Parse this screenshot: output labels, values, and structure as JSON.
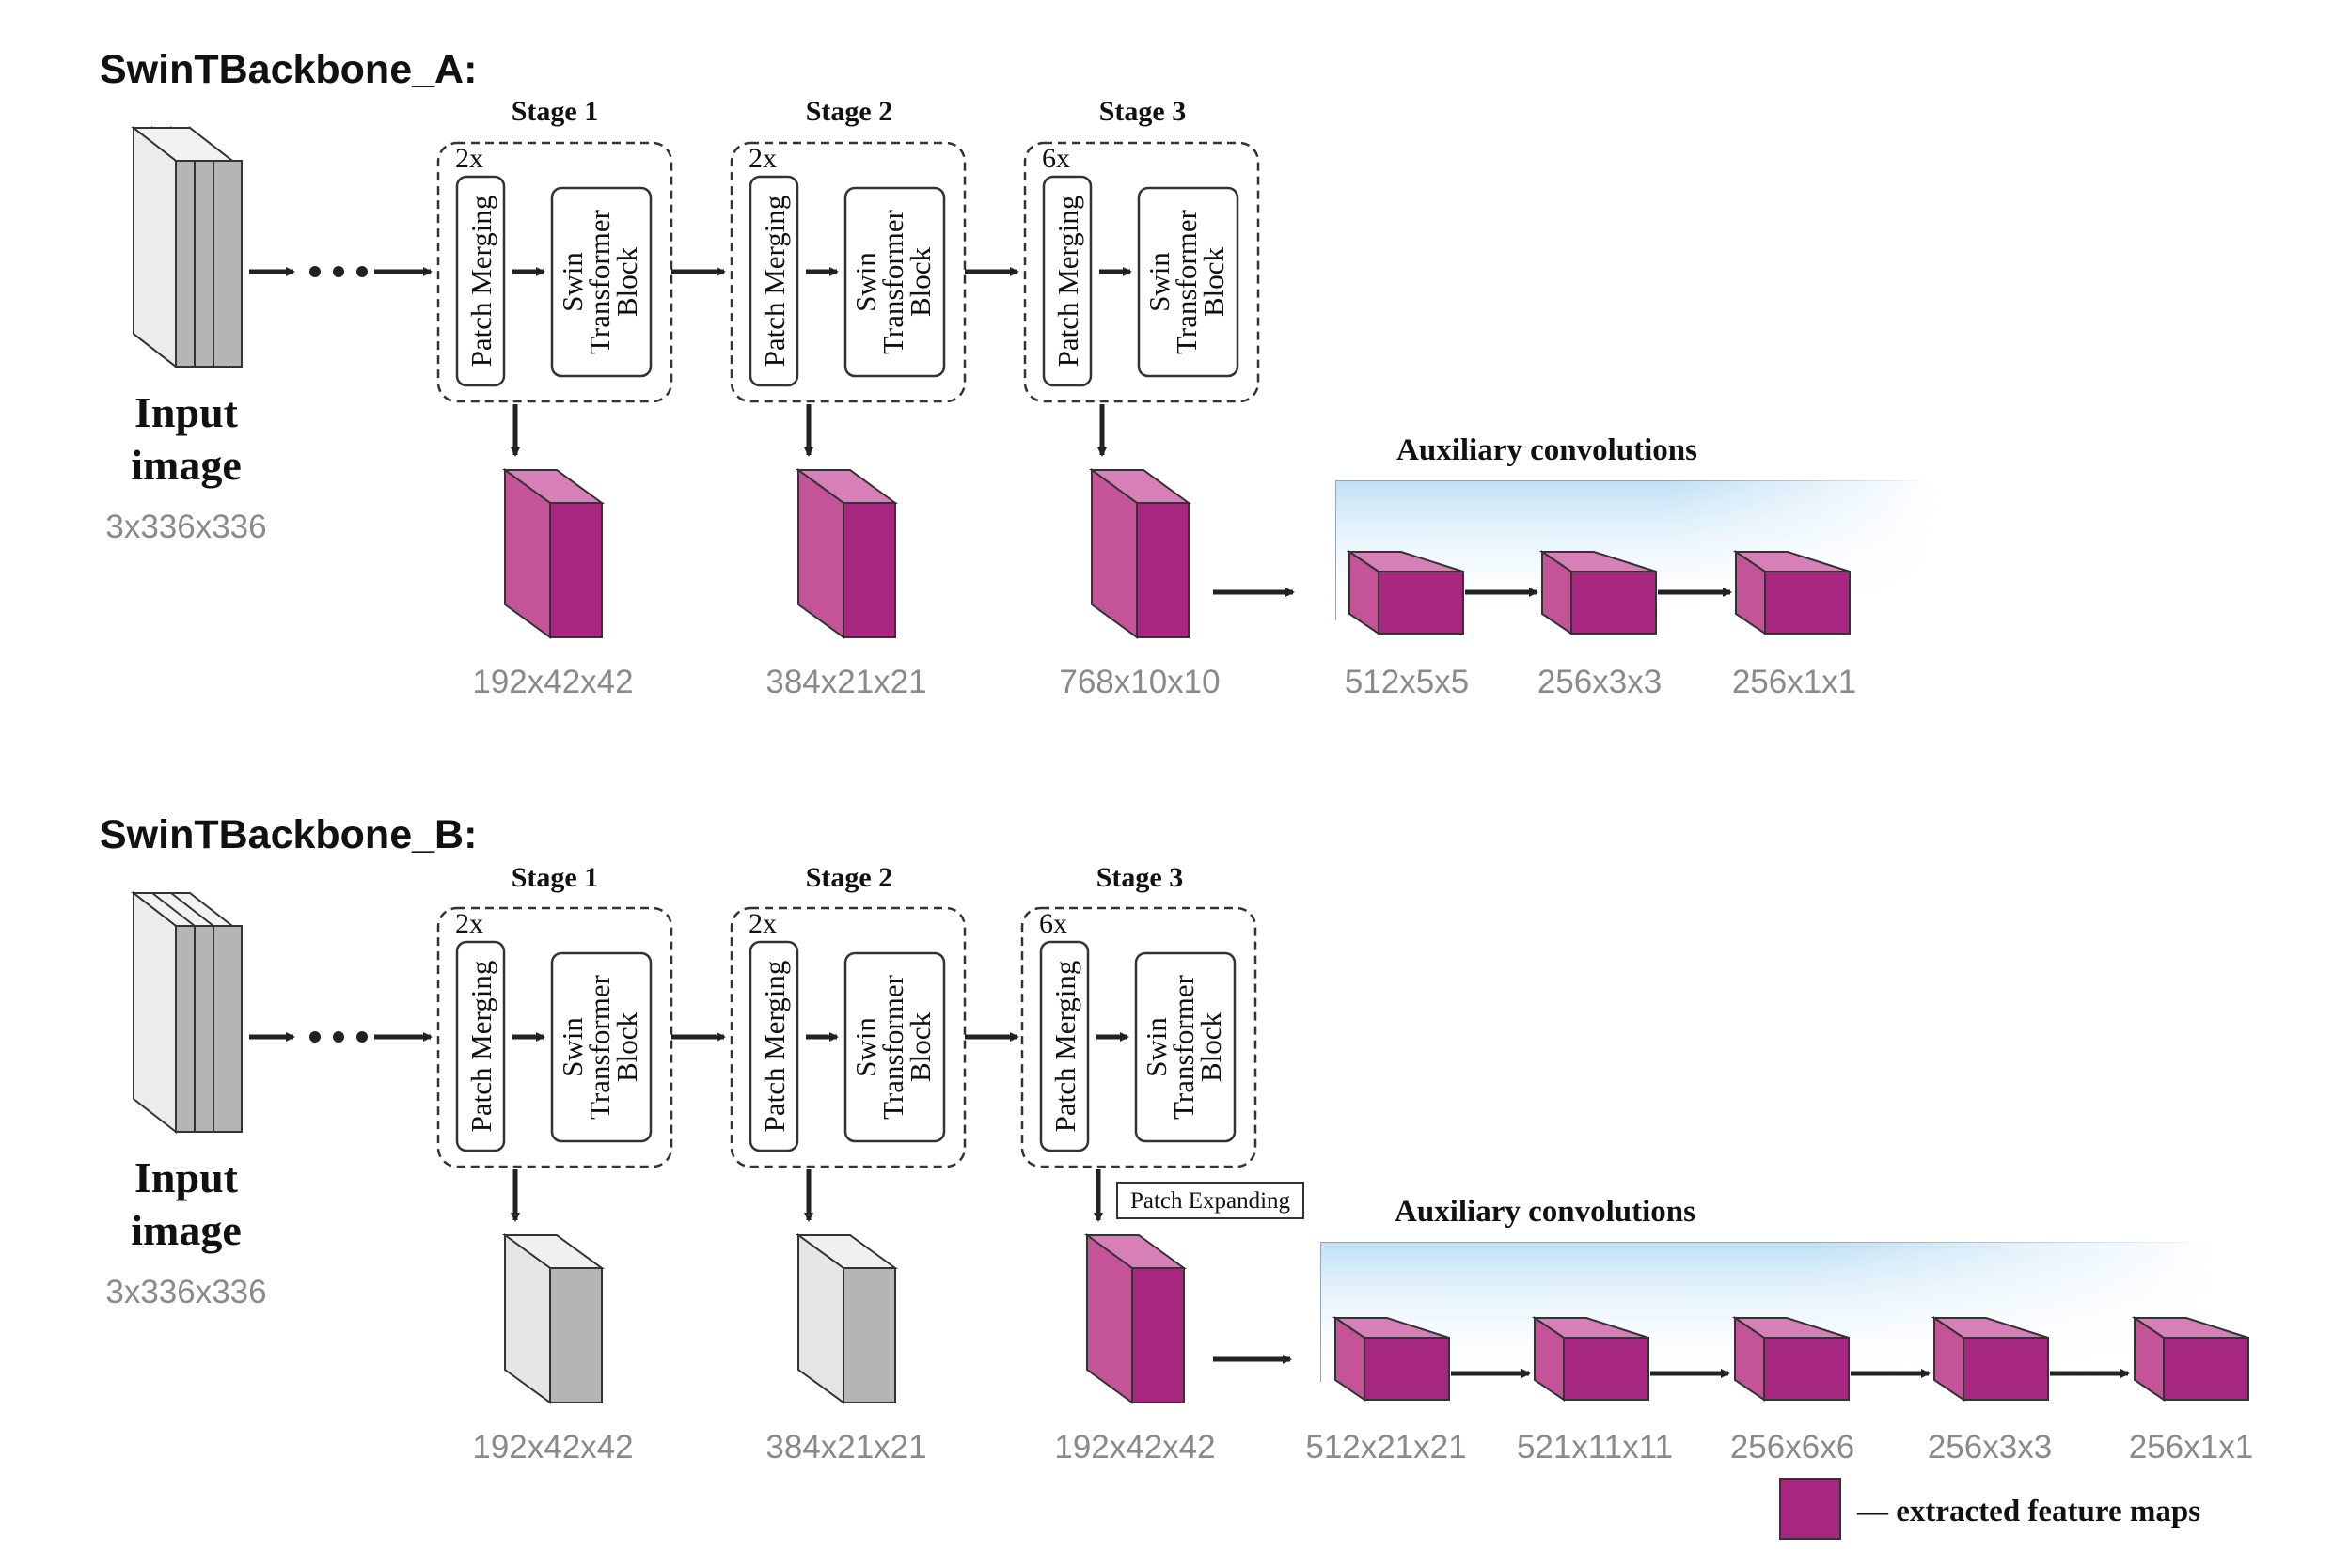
{
  "colors": {
    "feature_front": "#A7267F",
    "feature_side": "#C45398",
    "feature_top": "#D780B8",
    "gray_front": "#B5B5B5",
    "gray_side": "#E5E5E5",
    "gray_top": "#F0F0F0",
    "aux_gradient": "#BFE0F5"
  },
  "icons": {
    "input": "layered-image-stack-icon",
    "feature": "3d-box-icon"
  },
  "sections": [
    {
      "title": "SwinTBackbone_A:",
      "input_label_1": "Input",
      "input_label_2": "image",
      "input_dims": "3x336x336",
      "stages": [
        {
          "name": "Stage 1",
          "repeat": "2x",
          "block1": "Patch Merging",
          "block2_l1": "Swin",
          "block2_l2": "Transformer",
          "block2_l3": "Block",
          "output_dims": "192x42x42",
          "highlight": true
        },
        {
          "name": "Stage 2",
          "repeat": "2x",
          "block1": "Patch Merging",
          "block2_l1": "Swin",
          "block2_l2": "Transformer",
          "block2_l3": "Block",
          "output_dims": "384x21x21",
          "highlight": true
        },
        {
          "name": "Stage 3",
          "repeat": "6x",
          "block1": "Patch Merging",
          "block2_l1": "Swin",
          "block2_l2": "Transformer",
          "block2_l3": "Block",
          "output_dims": "768x10x10",
          "highlight": true
        }
      ],
      "patch_expanding": "",
      "aux_title": "Auxiliary convolutions",
      "aux_outputs": [
        "512x5x5",
        "256x3x3",
        "256x1x1"
      ]
    },
    {
      "title": "SwinTBackbone_B:",
      "input_label_1": "Input",
      "input_label_2": "image",
      "input_dims": "3x336x336",
      "stages": [
        {
          "name": "Stage 1",
          "repeat": "2x",
          "block1": "Patch Merging",
          "block2_l1": "Swin",
          "block2_l2": "Transformer",
          "block2_l3": "Block",
          "output_dims": "192x42x42",
          "highlight": false
        },
        {
          "name": "Stage 2",
          "repeat": "2x",
          "block1": "Patch Merging",
          "block2_l1": "Swin",
          "block2_l2": "Transformer",
          "block2_l3": "Block",
          "output_dims": "384x21x21",
          "highlight": false
        },
        {
          "name": "Stage 3",
          "repeat": "6x",
          "block1": "Patch Merging",
          "block2_l1": "Swin",
          "block2_l2": "Transformer",
          "block2_l3": "Block",
          "output_dims": "192x42x42",
          "highlight": true
        }
      ],
      "patch_expanding": "Patch Expanding",
      "aux_title": "Auxiliary convolutions",
      "aux_outputs": [
        "512x21x21",
        "521x11x11",
        "256x6x6",
        "256x3x3",
        "256x1x1"
      ]
    }
  ],
  "legend": {
    "label": "— extracted feature maps"
  }
}
